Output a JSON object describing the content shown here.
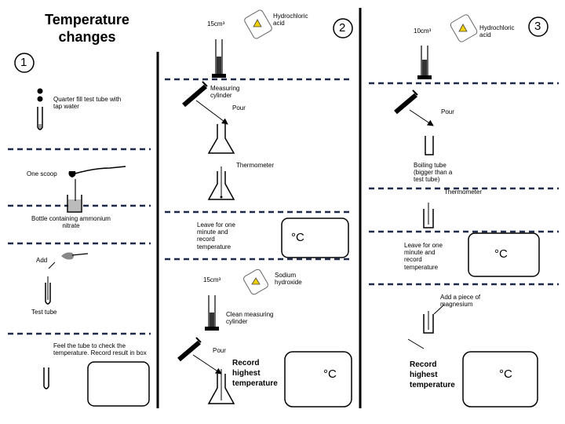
{
  "title": "Temperature changes",
  "stage_numbers": [
    "1",
    "2",
    "3"
  ],
  "section1": {
    "quarter_fill": "Quarter fill test tube with tap water",
    "one_scoop": "One scoop",
    "bottle": "Bottle containing ammonium nitrate",
    "add": "Add",
    "test_tube": "Test tube",
    "feel": "Feel the tube to check the temperature. Record result in box"
  },
  "section2": {
    "volume_acid": "15cm³",
    "hydrochloric_acid": "Hydrochloric acid",
    "measuring_cylinder": "Measuring cylinder",
    "pour": "Pour",
    "thermometer": "Thermometer",
    "leave": "Leave for one minute and record temperature",
    "degree_unit": "°C",
    "volume_hydroxide": "15cm³",
    "sodium_hydroxide": "Sodium hydroxide",
    "clean_cylinder": "Clean measuring cylinder",
    "pour_2": "Pour",
    "record_highest": "Record highest temperature",
    "degree_unit_2": "°C"
  },
  "section3": {
    "volume_acid": "10cm³",
    "hydrochloric_acid": "Hydrochloric acid",
    "pour": "Pour",
    "boiling_tube": "Boiling tube (bigger than a test tube)",
    "thermometer": "Thermometer",
    "leave": "Leave for one minute and record temperature",
    "degree_unit": "°C",
    "add_magnesium": "Add a piece of magnesium",
    "record_highest": "Record highest temperature",
    "degree_unit_2": "°C"
  }
}
